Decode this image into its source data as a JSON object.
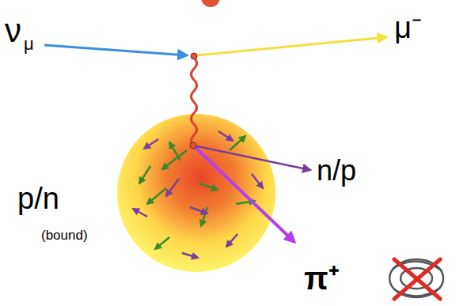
{
  "diagram": {
    "labels": [
      "ν",
      "μ",
      "μ⁻",
      "p/n",
      "(bound)",
      "n/p",
      "π⁺"
    ]
  }
}
